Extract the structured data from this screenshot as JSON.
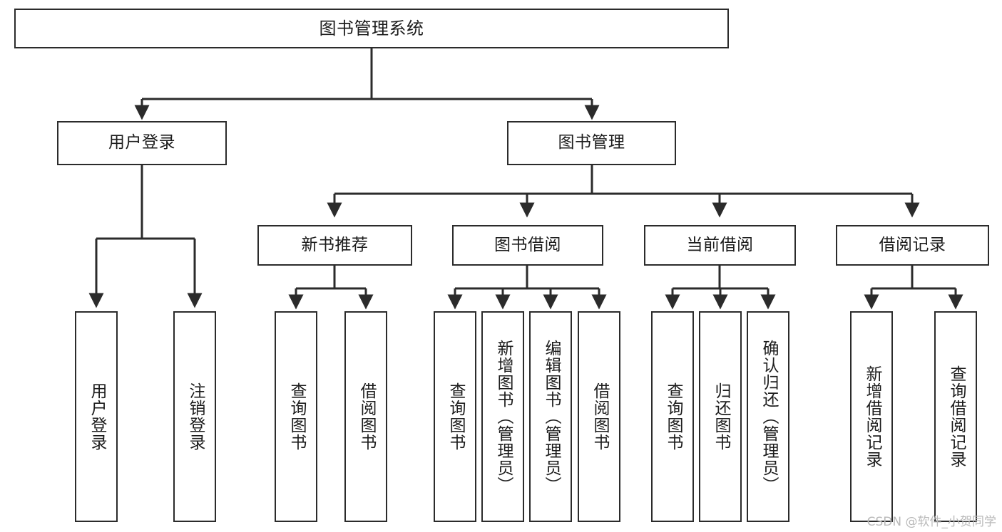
{
  "diagram": {
    "type": "tree-hierarchy-chart",
    "title": "图书管理系统",
    "line_color": "#2b2b2b",
    "box_fill": "#ffffff",
    "text_color": "#1c1c1c",
    "watermark": "CSDN @软件_小贺同学"
  },
  "root": {
    "label": "图书管理系统"
  },
  "level1": [
    {
      "label": "用户登录"
    },
    {
      "label": "图书管理"
    }
  ],
  "level2": [
    {
      "label": "新书推荐"
    },
    {
      "label": "图书借阅"
    },
    {
      "label": "当前借阅"
    },
    {
      "label": "借阅记录"
    }
  ],
  "leaves": {
    "user_login": [
      {
        "label": "用户登录"
      },
      {
        "label": "注销登录"
      }
    ],
    "new_book_recommend": [
      {
        "label": "查询图书"
      },
      {
        "label": "借阅图书"
      }
    ],
    "book_borrow": [
      {
        "label": "查询图书"
      },
      {
        "label": "新增图书（管理员）"
      },
      {
        "label": "编辑图书（管理员）"
      },
      {
        "label": "借阅图书"
      }
    ],
    "current_borrow": [
      {
        "label": "查询图书"
      },
      {
        "label": "归还图书"
      },
      {
        "label": "确认归还（管理员）"
      }
    ],
    "borrow_record": [
      {
        "label": "新增借阅记录"
      },
      {
        "label": "查询借阅记录"
      }
    ]
  }
}
